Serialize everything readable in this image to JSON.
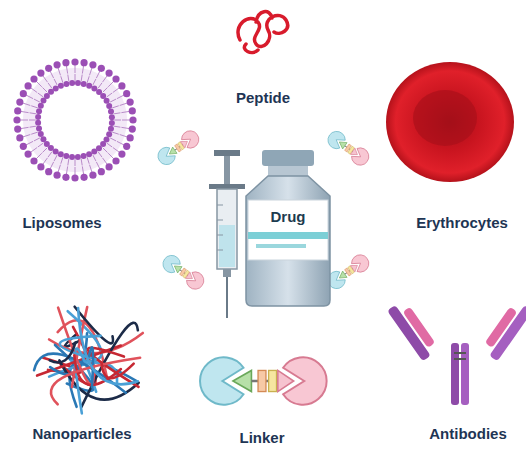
{
  "diagram": {
    "labels": [
      "Peptide",
      "Liposomes",
      "Drug",
      "Erythrocytes",
      "Nanoparticles",
      "Linker",
      "Antibodies"
    ]
  }
}
